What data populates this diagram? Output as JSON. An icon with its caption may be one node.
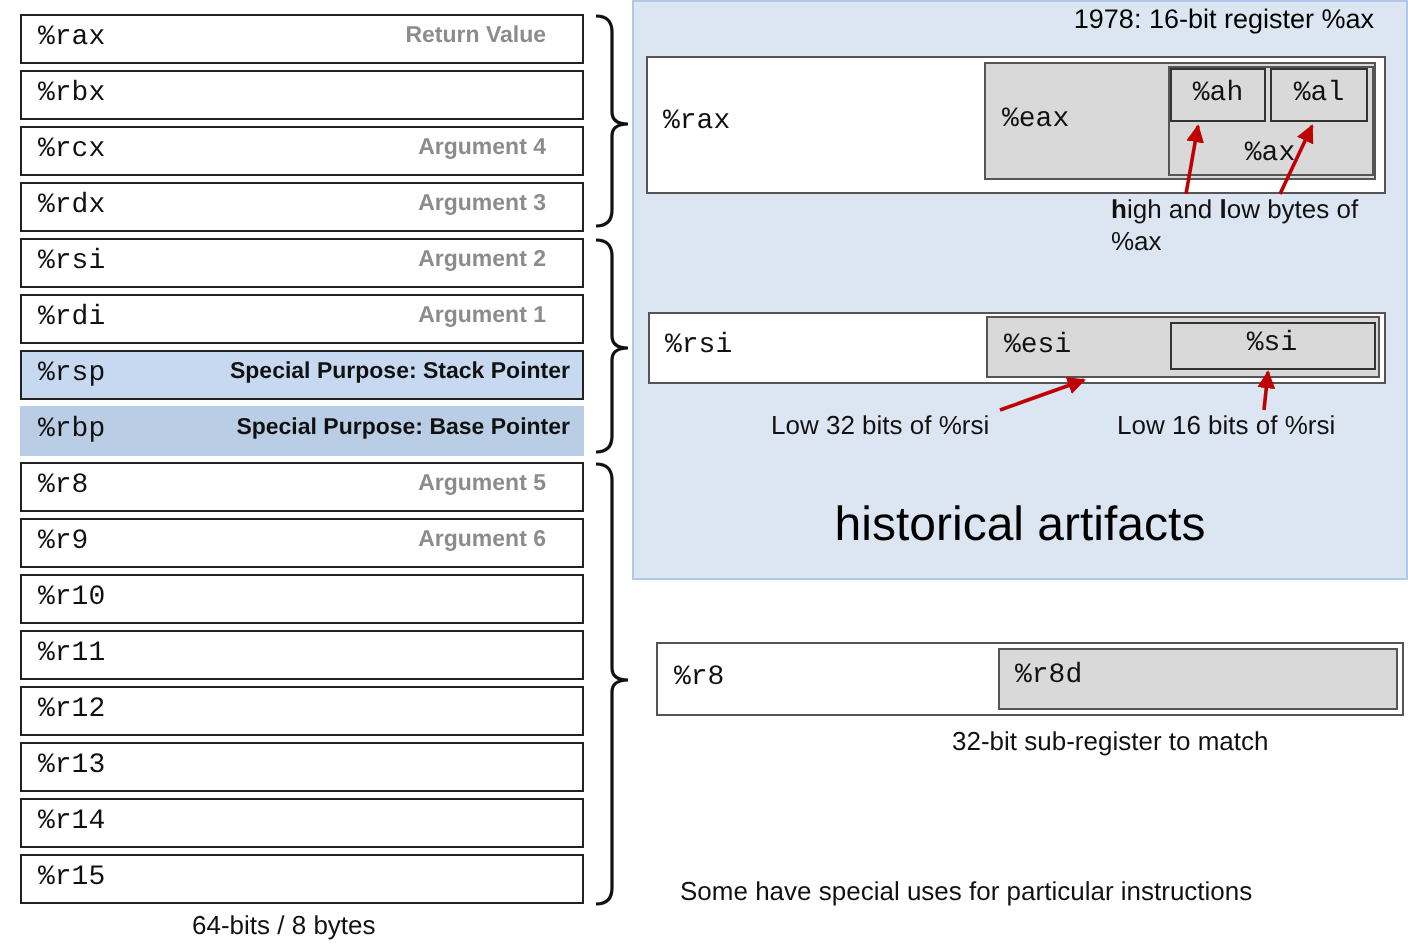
{
  "diagram": {
    "nodes": [
      {
        "text": [
          "%rax",
          "Return Value"
        ]
      },
      {
        "text": [
          "%rbx"
        ]
      },
      {
        "text": [
          "%rcx",
          "Argument 4"
        ]
      },
      {
        "text": [
          "%rdx",
          "Argument 3"
        ]
      },
      {
        "text": [
          "%rsi",
          "Argument 2"
        ]
      },
      {
        "text": [
          "%rdi",
          "Argument 1"
        ]
      },
      {
        "text": [
          "%rsp",
          "Special Purpose: Stack Pointer"
        ]
      },
      {
        "text": [
          "%rbp",
          "Special Purpose: Base Pointer"
        ]
      },
      {
        "text": [
          "%r8",
          "Argument 5"
        ]
      },
      {
        "text": [
          "%r9",
          "Argument 6"
        ]
      },
      {
        "text": [
          "%r10"
        ]
      },
      {
        "text": [
          "%r11"
        ]
      },
      {
        "text": [
          "%r12"
        ]
      },
      {
        "text": [
          "%r13"
        ]
      },
      {
        "text": [
          "%r14"
        ]
      },
      {
        "text": [
          "%r15"
        ]
      },
      {
        "text": [
          "1978: 16-bit register %ax",
          "historical artifacts"
        ]
      },
      {
        "text": [
          "%rax"
        ],
        "in": 16
      },
      {
        "text": [
          "%eax"
        ],
        "in": 17
      },
      {
        "text": [
          "%ax"
        ],
        "in": 18
      },
      {
        "text": [
          "%ah"
        ],
        "in": 19
      },
      {
        "text": [
          "%al"
        ],
        "in": 19
      },
      {
        "text": [
          "**h**igh and **l**ow bytes of %ax"
        ],
        "in": 16
      },
      {
        "text": [
          "%rsi"
        ],
        "in": 16
      },
      {
        "text": [
          "%esi"
        ],
        "in": 23
      },
      {
        "text": [
          "%si"
        ],
        "in": 24
      },
      {
        "text": [
          "Low 32 bits of %rsi"
        ],
        "in": 16
      },
      {
        "text": [
          "Low 16 bits of %rsi"
        ],
        "in": 16
      },
      {
        "text": [
          "%r8"
        ]
      },
      {
        "text": [
          "%r8d"
        ],
        "in": 28
      }
    ],
    "edges": [
      {
        "from": 22,
        "to": 20,
        "arrow": "to"
      },
      {
        "from": 22,
        "to": 21,
        "arrow": "to"
      },
      {
        "from": 26,
        "to": 24,
        "arrow": "to"
      },
      {
        "from": 27,
        "to": 25,
        "arrow": "to"
      }
    ],
    "labels": [
      "32-bit sub-register to match",
      "Some have special uses for particular instructions",
      "64-bits / 8 bytes"
    ]
  }
}
